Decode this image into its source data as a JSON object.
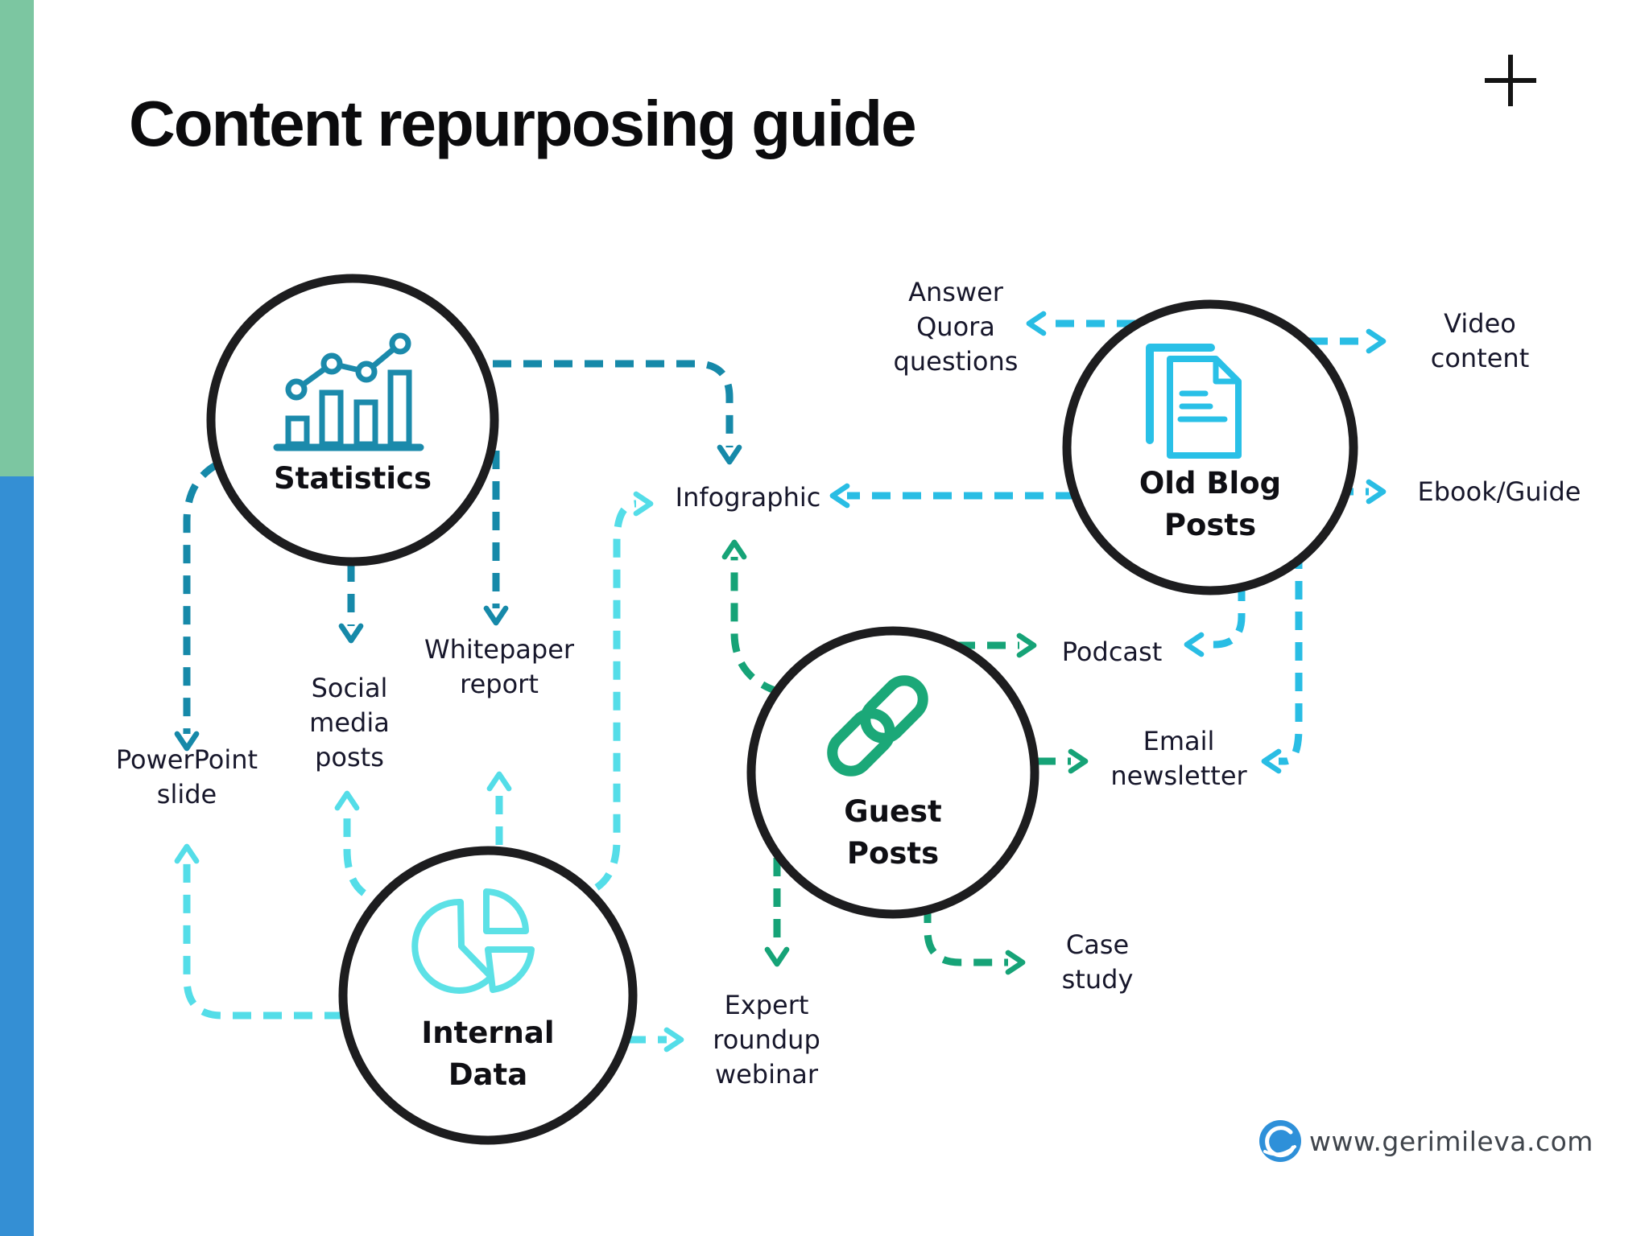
{
  "title": "Content repurposing guide",
  "footer": {
    "website": "www.gerimileva.com"
  },
  "decor": {
    "left_bar_top_color": "#7cc6a1",
    "left_bar_bottom_color": "#348fd4",
    "plus_icon": "plus"
  },
  "colors": {
    "statistics_arrows": "#1689a9",
    "old_blog_posts_arrows": "#29bde4",
    "guest_posts_arrows": "#16a377",
    "internal_data_arrows": "#54dde8",
    "circle_stroke": "#1d1d1f"
  },
  "nodes": {
    "statistics": {
      "label": "Statistics",
      "icon": "bar-chart-icon",
      "icon_color": "#1b8aab"
    },
    "old_blog_posts": {
      "label": "Old Blog\nPosts",
      "icon": "documents-icon",
      "icon_color": "#29c0e7"
    },
    "guest_posts": {
      "label": "Guest\nPosts",
      "icon": "chain-link-icon",
      "icon_color": "#1ba878"
    },
    "internal_data": {
      "label": "Internal\nData",
      "icon": "pie-chart-icon",
      "icon_color": "#5ce1e6"
    }
  },
  "outputs": {
    "answer_quora": {
      "label": "Answer\nQuora\nquestions"
    },
    "video_content": {
      "label": "Video\ncontent"
    },
    "ebook_guide": {
      "label": "Ebook/Guide"
    },
    "infographic": {
      "label": "Infographic"
    },
    "podcast": {
      "label": "Podcast"
    },
    "email_newsletter": {
      "label": "Email\nnewsletter"
    },
    "case_study": {
      "label": "Case\nstudy"
    },
    "expert_roundup": {
      "label": "Expert\nroundup\nwebinar"
    },
    "whitepaper_report": {
      "label": "Whitepaper\nreport"
    },
    "social_media": {
      "label": "Social\nmedia\nposts"
    },
    "powerpoint_slide": {
      "label": "PowerPoint\nslide"
    }
  },
  "edges": [
    {
      "from": "statistics",
      "to": "infographic",
      "color": "#1689a9"
    },
    {
      "from": "statistics",
      "to": "social_media",
      "color": "#1689a9"
    },
    {
      "from": "statistics",
      "to": "whitepaper_report",
      "color": "#1689a9"
    },
    {
      "from": "statistics",
      "to": "powerpoint_slide",
      "color": "#1689a9"
    },
    {
      "from": "old_blog_posts",
      "to": "answer_quora",
      "color": "#29bde4"
    },
    {
      "from": "old_blog_posts",
      "to": "video_content",
      "color": "#29bde4"
    },
    {
      "from": "old_blog_posts",
      "to": "ebook_guide",
      "color": "#29bde4"
    },
    {
      "from": "old_blog_posts",
      "to": "infographic",
      "color": "#29bde4"
    },
    {
      "from": "old_blog_posts",
      "to": "podcast",
      "color": "#29bde4"
    },
    {
      "from": "old_blog_posts",
      "to": "email_newsletter",
      "color": "#29bde4"
    },
    {
      "from": "guest_posts",
      "to": "infographic",
      "color": "#16a377"
    },
    {
      "from": "guest_posts",
      "to": "podcast",
      "color": "#16a377"
    },
    {
      "from": "guest_posts",
      "to": "email_newsletter",
      "color": "#16a377"
    },
    {
      "from": "guest_posts",
      "to": "case_study",
      "color": "#16a377"
    },
    {
      "from": "guest_posts",
      "to": "expert_roundup",
      "color": "#16a377"
    },
    {
      "from": "internal_data",
      "to": "infographic",
      "color": "#54dde8"
    },
    {
      "from": "internal_data",
      "to": "whitepaper_report",
      "color": "#54dde8"
    },
    {
      "from": "internal_data",
      "to": "social_media",
      "color": "#54dde8"
    },
    {
      "from": "internal_data",
      "to": "powerpoint_slide",
      "color": "#54dde8"
    },
    {
      "from": "internal_data",
      "to": "expert_roundup",
      "color": "#54dde8"
    }
  ]
}
